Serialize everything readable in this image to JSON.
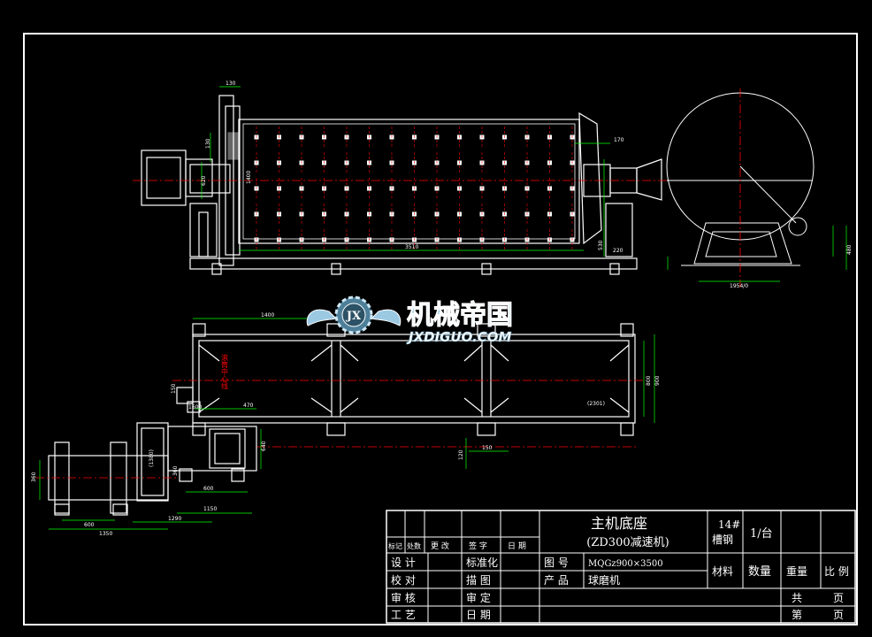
{
  "watermark": {
    "logo_letters": "JX",
    "title": "机械帝国",
    "subtitle": "JXDIGUO.COM"
  },
  "drawing": {
    "dims_top": [
      "130",
      "130",
      "3510",
      "530",
      "220",
      "170",
      "620",
      "1400"
    ],
    "dims_frame": [
      "1400",
      "150",
      "(2301)",
      "800",
      "900",
      "120",
      "150",
      "1600",
      "470"
    ],
    "dims_motor": [
      "360",
      "1350",
      "1150",
      "600",
      "(1380)",
      "360",
      "600",
      "1290",
      "640"
    ],
    "red_label": "滚筒中心线",
    "dims_side": [
      "1954/0",
      "480"
    ]
  },
  "title_block": {
    "part_name": "主机底座",
    "part_sub": "(ZD300减速机)",
    "material_value": "14#\n槽钢",
    "quantity_value": "1/台",
    "rev_headers": [
      "标记",
      "处数",
      "更 改",
      "签 字",
      "日 期"
    ],
    "rows": [
      {
        "left": "设 计",
        "mid": "标准化"
      },
      {
        "left": "校 对",
        "mid": "描 图"
      },
      {
        "left": "审 核",
        "mid": "审 定"
      },
      {
        "left": "工 艺",
        "mid": "日 期"
      }
    ],
    "drawing_no_label": "图 号",
    "drawing_no_value": "MQGz900×3500",
    "product_label": "产 品",
    "product_value": "球磨机",
    "material_label": "材料",
    "quantity_label": "数量",
    "weight_label": "重量",
    "scale_label": "比 例",
    "total_label": "共",
    "sheet_label": "第",
    "page_label": "页"
  },
  "colors": {
    "background": "#000000",
    "lines": "#ffffff",
    "dimension": "#00ff00",
    "centerline": "#ff0000",
    "watermark": "#7fb9d6"
  }
}
